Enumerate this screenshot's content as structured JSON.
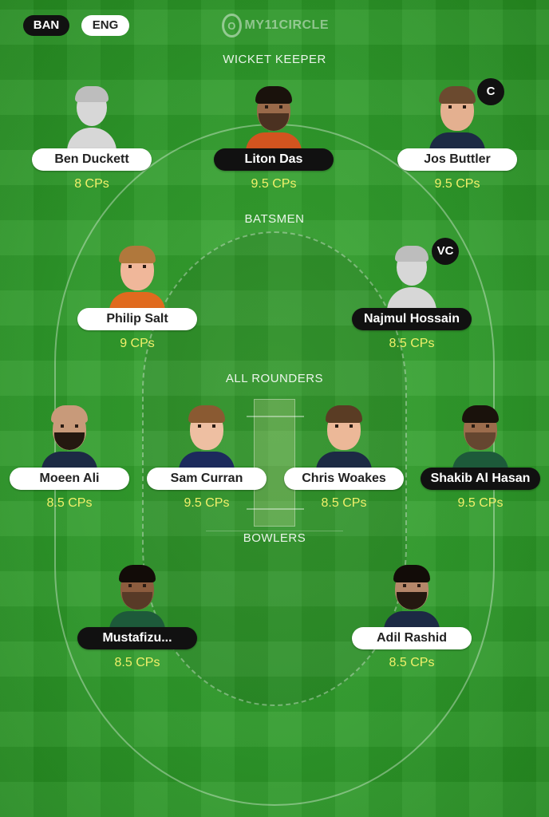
{
  "teams": {
    "left": "BAN",
    "right": "ENG"
  },
  "logo": {
    "icon": "O",
    "text": "MY11CIRCLE"
  },
  "sections": {
    "wicket_keeper": "WICKET KEEPER",
    "batsmen": "BATSMEN",
    "all_rounders": "ALL ROUNDERS",
    "bowlers": "BOWLERS"
  },
  "badges": {
    "captain": "C",
    "vice_captain": "VC"
  },
  "players": [
    {
      "name": "Ben Duckett",
      "credits": "8 CPs"
    },
    {
      "name": "Liton Das",
      "credits": "9.5 CPs"
    },
    {
      "name": "Jos Buttler",
      "credits": "9.5 CPs"
    },
    {
      "name": "Philip Salt",
      "credits": "9 CPs"
    },
    {
      "name": "Najmul Hossain",
      "credits": "8.5 CPs"
    },
    {
      "name": "Moeen Ali",
      "credits": "8.5 CPs"
    },
    {
      "name": "Sam Curran",
      "credits": "9.5 CPs"
    },
    {
      "name": "Chris Woakes",
      "credits": "8.5 CPs"
    },
    {
      "name": "Shakib Al Hasan",
      "credits": "9.5 CPs"
    },
    {
      "name": "Mustafizu...",
      "credits": "8.5 CPs"
    },
    {
      "name": "Adil Rashid",
      "credits": "8.5 CPs"
    }
  ]
}
